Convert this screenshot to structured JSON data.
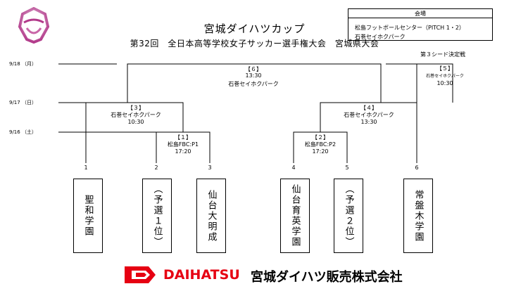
{
  "header": {
    "title": "宮城ダイハツカップ",
    "subtitle": "第32回　全日本高等学校女子サッカー選手権大会　宮城県大会"
  },
  "venue_box": {
    "title": "会場",
    "line1": "松島フットボールセンター（PITCH 1・2）",
    "line2": "石巻セイホクパーク"
  },
  "dates": {
    "d18": "9/18 （月）",
    "d17": "9/17 （日）",
    "d16": "9/16 （土）"
  },
  "third_place": {
    "label": "第３シード決定戦",
    "num": "【５】",
    "venue": "石巻セイホクパーク",
    "time": "10:30"
  },
  "matches": {
    "m6": {
      "num": "【６】",
      "time": "13:30",
      "venue": "石巻セイホクパーク"
    },
    "m3": {
      "num": "【３】",
      "venue": "石巻セイホクパーク",
      "time": "10:30"
    },
    "m4": {
      "num": "【４】",
      "venue": "石巻セイホクパーク",
      "time": "13:30"
    },
    "m1": {
      "num": "【１】",
      "venue": "松島FBC:P1",
      "time": "17:20"
    },
    "m2": {
      "num": "【２】",
      "venue": "松島FBC:P2",
      "time": "17:20"
    }
  },
  "slots": [
    "1",
    "2",
    "3",
    "4",
    "5",
    "6"
  ],
  "teams": [
    "聖和学園",
    "（予選１位）",
    "仙台大明成",
    "仙台育英学園",
    "（予選２位）",
    "常盤木学園"
  ],
  "footer": {
    "brand": "DAIHATSU",
    "company": "宮城ダイハツ販売株式会社"
  },
  "colors": {
    "brand_red": "#e60012",
    "logo_pink": "#b23a8a"
  }
}
